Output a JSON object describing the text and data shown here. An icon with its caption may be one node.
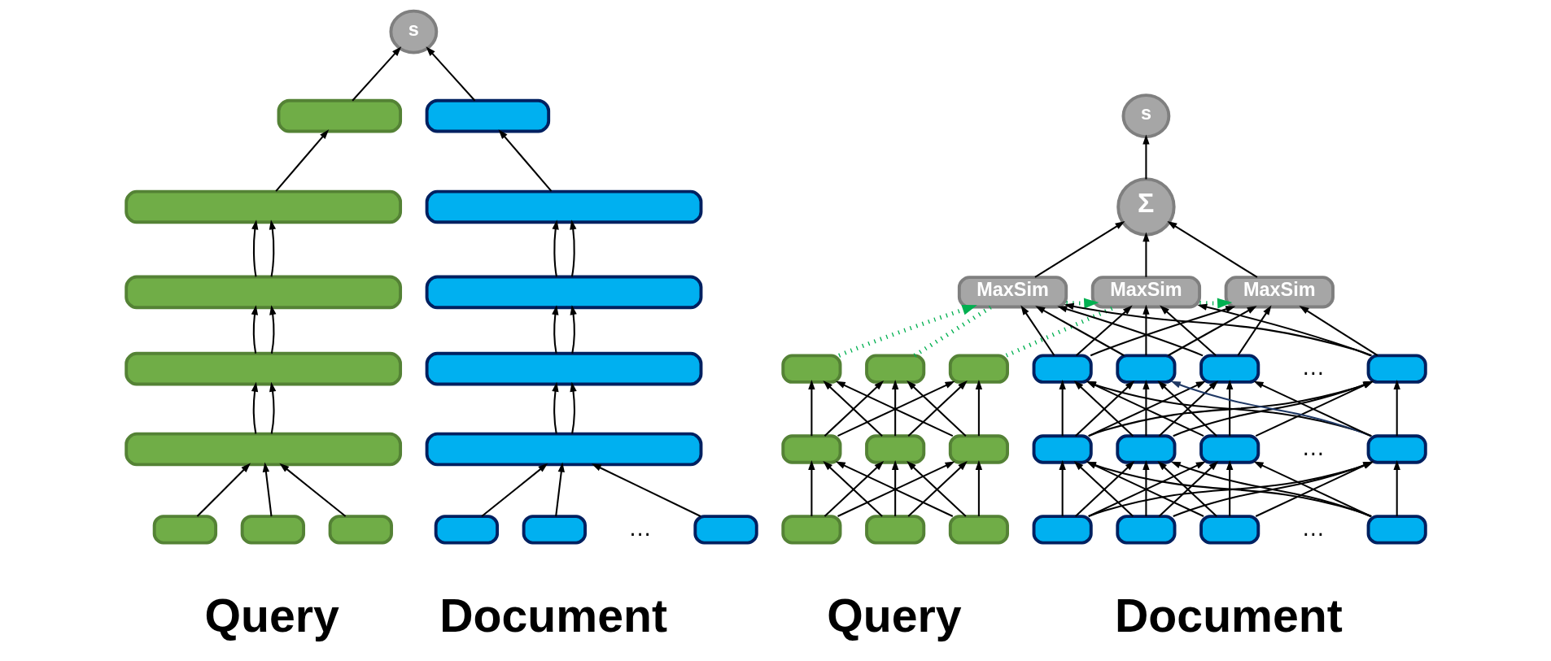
{
  "diagram": {
    "nodes": [
      {
        "text": [
          "s"
        ]
      },
      {
        "text": [],
        "shape": "box"
      },
      {
        "text": [],
        "shape": "box"
      },
      {
        "text": [],
        "shape": "box"
      },
      {
        "text": [],
        "shape": "box"
      },
      {
        "text": [],
        "shape": "box"
      },
      {
        "text": [],
        "shape": "box"
      },
      {
        "text": [],
        "shape": "box"
      },
      {
        "text": [],
        "shape": "box"
      },
      {
        "text": [],
        "shape": "box"
      },
      {
        "text": [],
        "shape": "box"
      },
      {
        "text": [],
        "shape": "box"
      },
      {
        "text": [],
        "shape": "box"
      },
      {
        "text": [],
        "shape": "box"
      },
      {
        "text": [],
        "shape": "box"
      },
      {
        "text": [],
        "shape": "box"
      },
      {
        "text": [],
        "shape": "box"
      },
      {
        "text": [
          "s"
        ]
      },
      {
        "text": [
          "Σ"
        ]
      },
      {
        "text": [
          "MaxSim"
        ]
      },
      {
        "text": [
          "MaxSim"
        ]
      },
      {
        "text": [
          "MaxSim"
        ]
      },
      {
        "text": [],
        "shape": "box"
      },
      {
        "text": [],
        "shape": "box"
      },
      {
        "text": [],
        "shape": "box"
      },
      {
        "text": [],
        "shape": "box"
      },
      {
        "text": [],
        "shape": "box"
      },
      {
        "text": [],
        "shape": "box"
      },
      {
        "text": [],
        "shape": "box"
      },
      {
        "text": [],
        "shape": "box"
      },
      {
        "text": [],
        "shape": "box"
      },
      {
        "text": [],
        "shape": "box"
      },
      {
        "text": [],
        "shape": "box"
      },
      {
        "text": [],
        "shape": "box"
      },
      {
        "text": [],
        "shape": "box"
      },
      {
        "text": [],
        "shape": "box"
      },
      {
        "text": [],
        "shape": "box"
      },
      {
        "text": [],
        "shape": "box"
      },
      {
        "text": [],
        "shape": "box"
      },
      {
        "text": [],
        "shape": "box"
      },
      {
        "text": [],
        "shape": "box"
      },
      {
        "text": [],
        "shape": "box"
      },
      {
        "text": [],
        "shape": "box"
      }
    ],
    "edges": [
      {
        "from": 1,
        "to": 0,
        "arrow": "to"
      },
      {
        "from": 2,
        "to": 0,
        "arrow": "to"
      },
      {
        "from": 3,
        "to": 1,
        "arrow": "to"
      },
      {
        "from": 4,
        "to": 2,
        "arrow": "to"
      },
      {
        "from": 5,
        "to": 3,
        "arrow": "to"
      },
      {
        "from": 5,
        "to": 3,
        "arrow": "to"
      },
      {
        "from": 6,
        "to": 4,
        "arrow": "to"
      },
      {
        "from": 6,
        "to": 4,
        "arrow": "to"
      },
      {
        "from": 7,
        "to": 5,
        "arrow": "to"
      },
      {
        "from": 7,
        "to": 5,
        "arrow": "to"
      },
      {
        "from": 8,
        "to": 6,
        "arrow": "to"
      },
      {
        "from": 8,
        "to": 6,
        "arrow": "to"
      },
      {
        "from": 9,
        "to": 7,
        "arrow": "to"
      },
      {
        "from": 9,
        "to": 7,
        "arrow": "to"
      },
      {
        "from": 10,
        "to": 8,
        "arrow": "to"
      },
      {
        "from": 10,
        "to": 8,
        "arrow": "to"
      },
      {
        "from": 11,
        "to": 9,
        "arrow": "to"
      },
      {
        "from": 12,
        "to": 9,
        "arrow": "to"
      },
      {
        "from": 13,
        "to": 9,
        "arrow": "to"
      },
      {
        "from": 14,
        "to": 10,
        "arrow": "to"
      },
      {
        "from": 15,
        "to": 10,
        "arrow": "to"
      },
      {
        "from": 16,
        "to": 10,
        "arrow": "to"
      },
      {
        "from": 18,
        "to": 17,
        "arrow": "to"
      },
      {
        "from": 19,
        "to": 18,
        "arrow": "to"
      },
      {
        "from": 20,
        "to": 18,
        "arrow": "to"
      },
      {
        "from": 21,
        "to": 18,
        "arrow": "to"
      },
      {
        "from": 22,
        "to": 19,
        "arrow": "to",
        "style": "dashed",
        "color": "#00b050"
      },
      {
        "from": 19,
        "to": 20,
        "arrow": "to",
        "style": "dashed",
        "color": "#00b050"
      },
      {
        "from": 20,
        "to": 21,
        "arrow": "to",
        "style": "dashed",
        "color": "#00b050"
      },
      {
        "from": 23,
        "to": 19,
        "arrow": "none",
        "style": "dashed",
        "color": "#00b050"
      },
      {
        "from": 24,
        "to": 20,
        "arrow": "none",
        "style": "dashed",
        "color": "#00b050"
      },
      {
        "from": 25,
        "to": 19,
        "arrow": "to"
      },
      {
        "from": 26,
        "to": 19,
        "arrow": "to"
      },
      {
        "from": 27,
        "to": 19,
        "arrow": "to"
      },
      {
        "from": 28,
        "to": 19,
        "arrow": "to"
      },
      {
        "from": 25,
        "to": 20,
        "arrow": "to"
      },
      {
        "from": 26,
        "to": 20,
        "arrow": "to"
      },
      {
        "from": 27,
        "to": 20,
        "arrow": "to"
      },
      {
        "from": 28,
        "to": 20,
        "arrow": "to"
      },
      {
        "from": 25,
        "to": 21,
        "arrow": "to"
      },
      {
        "from": 26,
        "to": 21,
        "arrow": "to"
      },
      {
        "from": 27,
        "to": 21,
        "arrow": "to"
      },
      {
        "from": 28,
        "to": 21,
        "arrow": "to"
      },
      {
        "from": 29,
        "to": 22,
        "arrow": "to"
      },
      {
        "from": 29,
        "to": 23,
        "arrow": "to"
      },
      {
        "from": 29,
        "to": 24,
        "arrow": "to"
      },
      {
        "from": 30,
        "to": 22,
        "arrow": "to"
      },
      {
        "from": 30,
        "to": 23,
        "arrow": "to"
      },
      {
        "from": 30,
        "to": 24,
        "arrow": "to"
      },
      {
        "from": 31,
        "to": 22,
        "arrow": "to"
      },
      {
        "from": 31,
        "to": 23,
        "arrow": "to"
      },
      {
        "from": 31,
        "to": 24,
        "arrow": "to"
      },
      {
        "from": 32,
        "to": 25,
        "arrow": "to"
      },
      {
        "from": 32,
        "to": 26,
        "arrow": "to"
      },
      {
        "from": 32,
        "to": 27,
        "arrow": "to"
      },
      {
        "from": 32,
        "to": 28,
        "arrow": "to"
      },
      {
        "from": 33,
        "to": 25,
        "arrow": "to"
      },
      {
        "from": 33,
        "to": 26,
        "arrow": "to"
      },
      {
        "from": 33,
        "to": 27,
        "arrow": "to"
      },
      {
        "from": 33,
        "to": 28,
        "arrow": "to"
      },
      {
        "from": 34,
        "to": 25,
        "arrow": "to"
      },
      {
        "from": 34,
        "to": 26,
        "arrow": "to"
      },
      {
        "from": 34,
        "to": 27,
        "arrow": "to"
      },
      {
        "from": 34,
        "to": 28,
        "arrow": "to"
      },
      {
        "from": 35,
        "to": 25,
        "arrow": "to"
      },
      {
        "from": 35,
        "to": 26,
        "arrow": "to",
        "color": "#1f3864"
      },
      {
        "from": 35,
        "to": 27,
        "arrow": "to"
      },
      {
        "from": 35,
        "to": 28,
        "arrow": "to"
      },
      {
        "from": 36,
        "to": 29,
        "arrow": "to"
      },
      {
        "from": 36,
        "to": 30,
        "arrow": "to"
      },
      {
        "from": 36,
        "to": 31,
        "arrow": "to"
      },
      {
        "from": 37,
        "to": 29,
        "arrow": "to"
      },
      {
        "from": 37,
        "to": 30,
        "arrow": "to"
      },
      {
        "from": 37,
        "to": 31,
        "arrow": "to"
      },
      {
        "from": 38,
        "to": 29,
        "arrow": "to"
      },
      {
        "from": 38,
        "to": 30,
        "arrow": "to"
      },
      {
        "from": 38,
        "to": 31,
        "arrow": "to"
      },
      {
        "from": 39,
        "to": 32,
        "arrow": "to"
      },
      {
        "from": 39,
        "to": 33,
        "arrow": "to"
      },
      {
        "from": 39,
        "to": 34,
        "arrow": "to"
      },
      {
        "from": 39,
        "to": 35,
        "arrow": "to"
      },
      {
        "from": 40,
        "to": 32,
        "arrow": "to"
      },
      {
        "from": 40,
        "to": 33,
        "arrow": "to"
      },
      {
        "from": 40,
        "to": 34,
        "arrow": "to"
      },
      {
        "from": 40,
        "to": 35,
        "arrow": "to"
      },
      {
        "from": 41,
        "to": 32,
        "arrow": "to"
      },
      {
        "from": 41,
        "to": 33,
        "arrow": "to"
      },
      {
        "from": 41,
        "to": 34,
        "arrow": "to"
      },
      {
        "from": 41,
        "to": 35,
        "arrow": "to"
      },
      {
        "from": 42,
        "to": 32,
        "arrow": "to"
      },
      {
        "from": 42,
        "to": 33,
        "arrow": "to"
      },
      {
        "from": 42,
        "to": 34,
        "arrow": "to"
      },
      {
        "from": 42,
        "to": 35,
        "arrow": "to"
      }
    ],
    "labels": [
      "…",
      "…",
      "…",
      "…",
      "Query",
      "Document",
      "Query",
      "Document"
    ]
  }
}
